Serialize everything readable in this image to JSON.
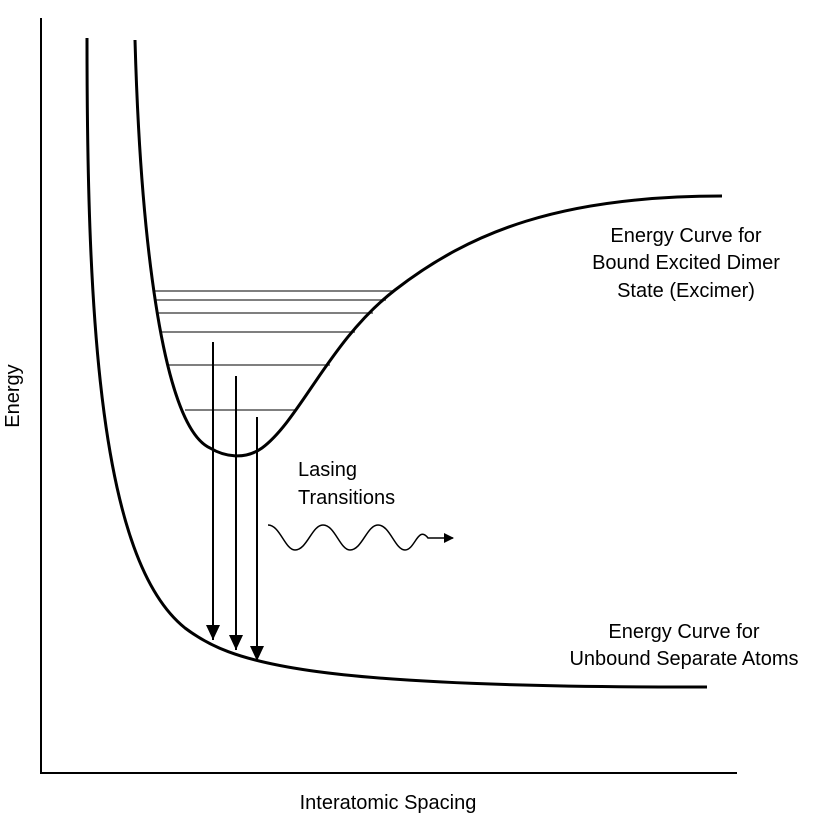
{
  "axes": {
    "x_label": "Interatomic Spacing",
    "y_label": "Energy"
  },
  "excimer_label": [
    "Energy Curve for",
    "Bound Excited Dimer",
    "State (Excimer)"
  ],
  "unbound_label": [
    "Energy Curve for",
    "Unbound Separate Atoms"
  ],
  "lasing_label": [
    "Lasing",
    "Transitions"
  ],
  "vibrational_level_count": 6,
  "transition_arrow_count": 3
}
